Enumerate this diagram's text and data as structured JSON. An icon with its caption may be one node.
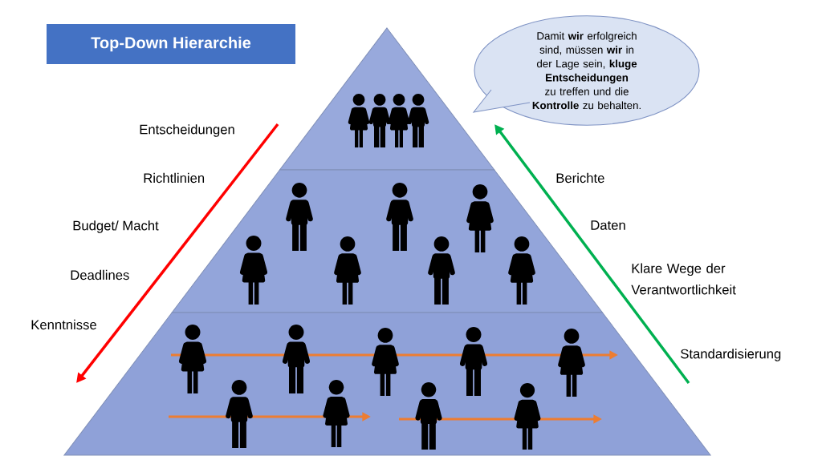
{
  "diagram": {
    "title": "Top-Down Hierarchie",
    "nodes": [
      {
        "text": [
          "Damit **wir** erfolgreich sind, müssen **wir** in der Lage sein, **kluge Entscheidungen** zu treffen und die **Kontrolle** zu behalten."
        ]
      }
    ],
    "labels": [
      "Entscheidungen",
      "Richtlinien",
      "Budget/ Macht",
      "Deadlines",
      "Kenntnisse",
      "Berichte",
      "Daten",
      "Klare Wege der Verantwortlichkeit",
      "Standardisierung"
    ]
  }
}
